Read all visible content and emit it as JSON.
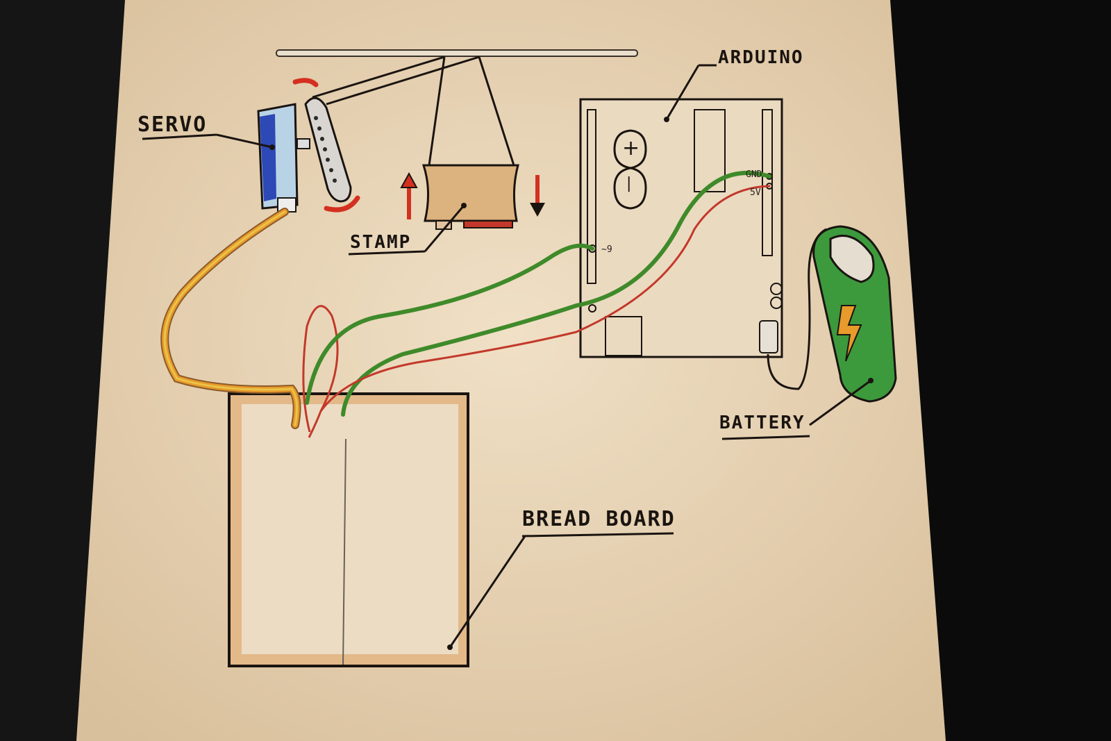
{
  "labels": {
    "servo": "SERVO",
    "arduino": "ARDUINO",
    "stamp": "STAMP",
    "battery": "BATTERY",
    "bread_board": "BREAD BOARD"
  },
  "arduino_pins": {
    "gnd": "GND",
    "five_v": "5V",
    "pin9": "~9"
  },
  "arduino_logo": {
    "plus": "+",
    "minus": "|"
  },
  "colors": {
    "paper": "#e9d6ba",
    "ink": "#1a1410",
    "wire_green": "#3f8a2a",
    "wire_red": "#c3382a",
    "wire_orange": "#e89a2a",
    "wire_yellow": "#e9c44a",
    "servo_blue": "#2d49b5",
    "breadboard_tan": "#e3b98a",
    "stamp_tan": "#dcb27e",
    "battery_green": "#3c9a3c"
  }
}
